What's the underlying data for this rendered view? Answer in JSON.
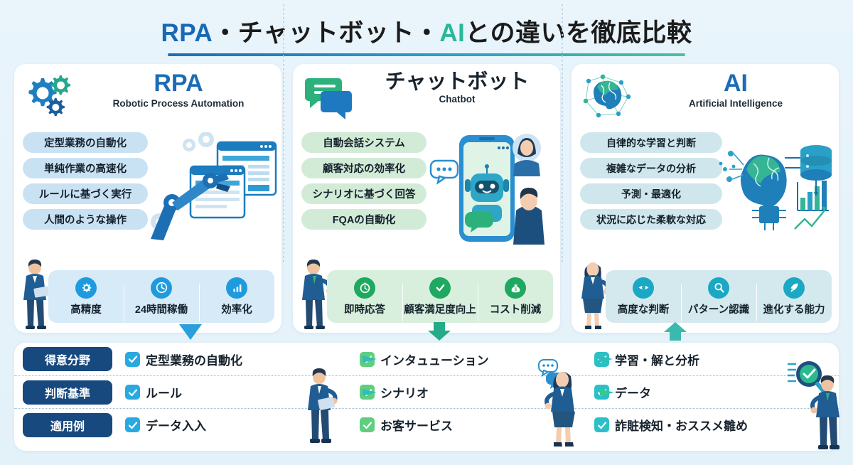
{
  "title": {
    "part_rpa": "RPA",
    "part_mid": "・チャットボット・",
    "part_ai": "AI",
    "part_tail": "との違いを徹底比較"
  },
  "panels": [
    {
      "key": "rpa",
      "name": "RPA",
      "subtitle": "Robotic Process Automation",
      "accent": "#1b6cb5",
      "icon": "gears-icon",
      "features": [
        "定型業務の自動化",
        "単純作業の高速化",
        "ルールに基づく実行",
        "人間のような操作"
      ],
      "benefits": [
        {
          "label": "高精度",
          "icon": "gear-icon"
        },
        {
          "label": "24時間稼働",
          "icon": "clock-icon"
        },
        {
          "label": "効率化",
          "icon": "bar-chart-icon"
        }
      ]
    },
    {
      "key": "bot",
      "name": "チャットボット",
      "subtitle": "Chatbot",
      "accent": "#17222c",
      "icon": "chat-bubbles-icon",
      "features": [
        "自動会話システム",
        "顧客対応の効率化",
        "シナリオに基づく回答",
        "FQAの自動化"
      ],
      "benefits": [
        {
          "label": "即時応答",
          "icon": "stopwatch-icon"
        },
        {
          "label": "顧客満足度向上",
          "icon": "check-circle-icon"
        },
        {
          "label": "コスト削減",
          "icon": "money-bag-icon"
        }
      ]
    },
    {
      "key": "ai",
      "name": "AI",
      "subtitle": "Artificial Intelligence",
      "accent": "#1b6cb5",
      "icon": "brain-network-icon",
      "features": [
        "自律的な学習と判断",
        "複雑なデータの分析",
        "予測・最適化",
        "状況に応じた柔軟な対応"
      ],
      "benefits": [
        {
          "label": "高度な判断",
          "icon": "eye-icon"
        },
        {
          "label": "パターン認識",
          "icon": "magnifier-icon"
        },
        {
          "label": "進化する能力",
          "icon": "rocket-icon"
        }
      ]
    }
  ],
  "comparison": {
    "rows": [
      {
        "label": "得意分野",
        "rpa": "定型業務の自動化",
        "chatbot": "インタュューション",
        "ai": "学習・解と分析"
      },
      {
        "label": "判断基準",
        "rpa": "ルール",
        "chatbot": "シナリオ",
        "ai": "データ"
      },
      {
        "label": "適用例",
        "rpa": "データ入入",
        "chatbot": "お客サービス",
        "ai": "詐賍検知・おススメ雛め"
      }
    ]
  },
  "colors": {
    "background": "#e9f4fb",
    "title_blue": "#1769b5",
    "title_teal": "#2bb79a",
    "rpa_pill": "#c9e2f3",
    "chatbot_pill": "#d2ebd6",
    "ai_pill": "#cfe7ec",
    "row_label": "#17497f",
    "arrow_blue": "#2b9fdc",
    "arrow_green": "#25ab87",
    "arrow_teal": "#3bb9ae"
  }
}
